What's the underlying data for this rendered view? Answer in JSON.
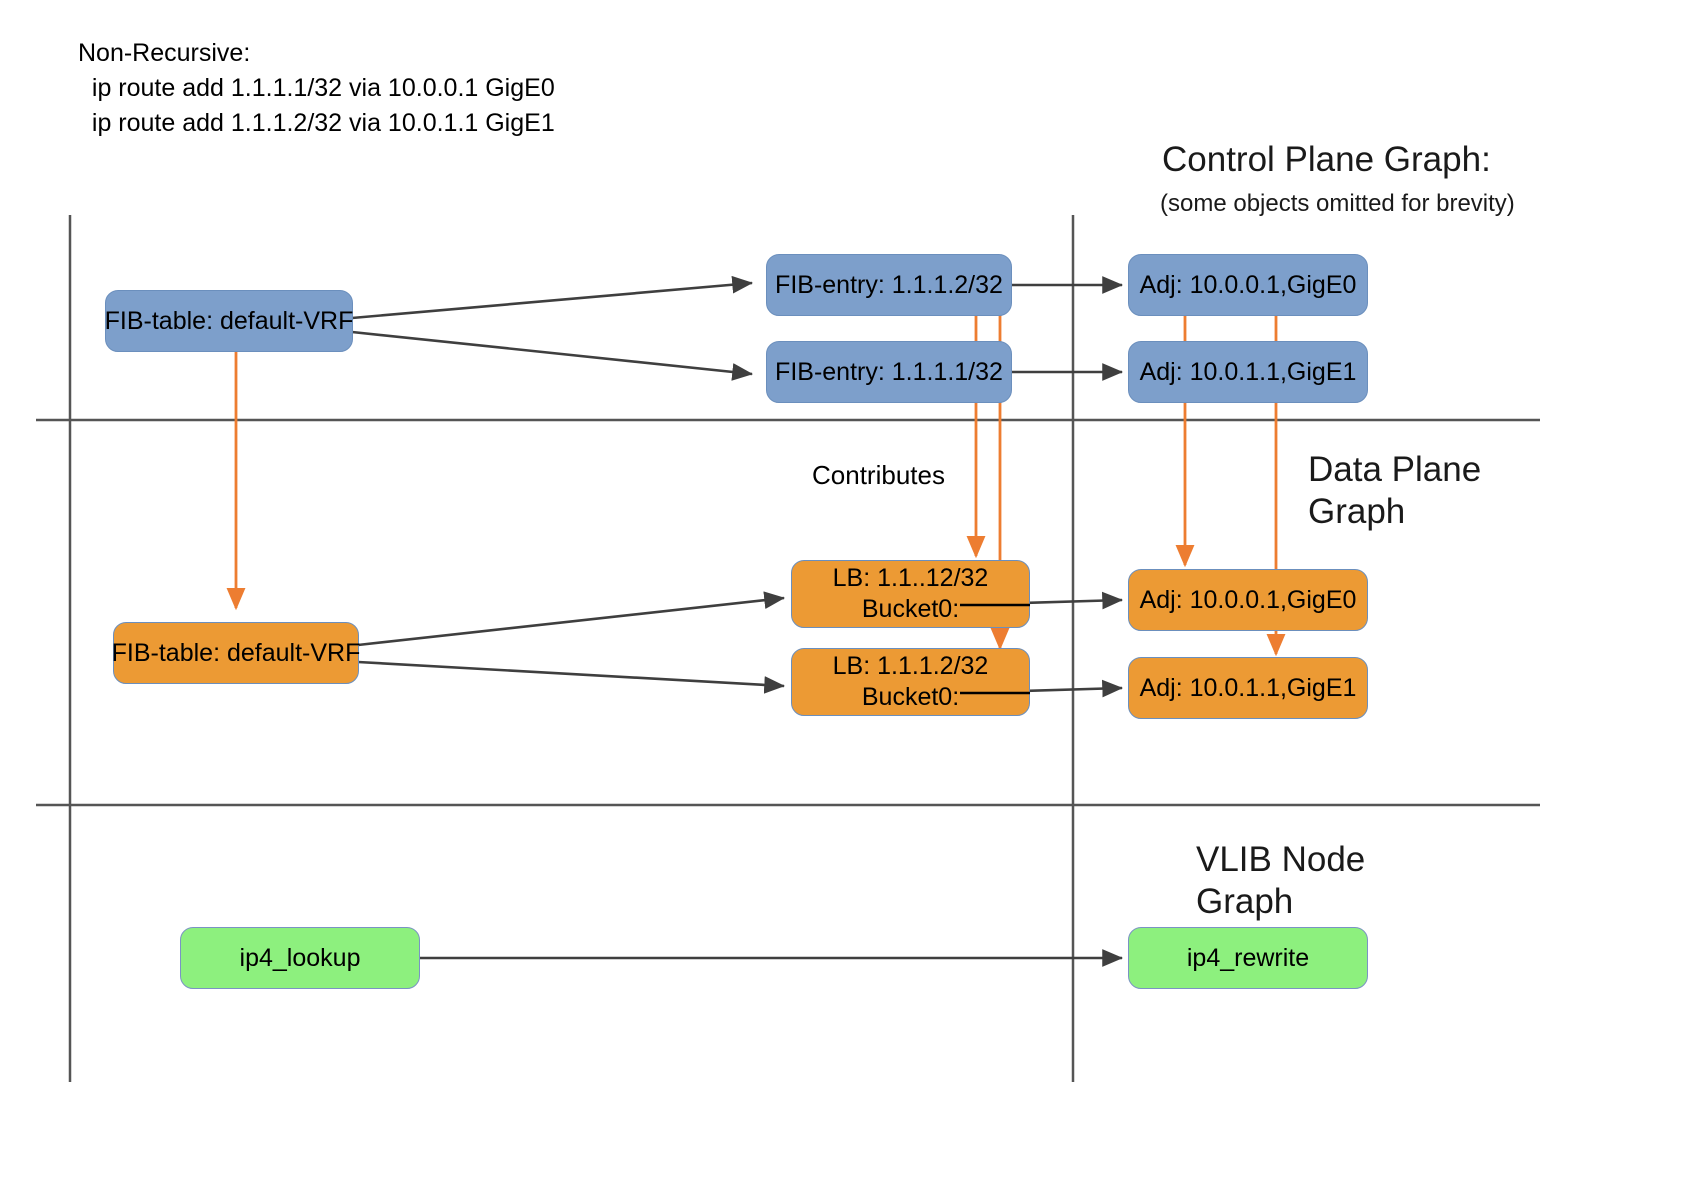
{
  "header": {
    "line1": "Non-Recursive:",
    "line2": "  ip route add 1.1.1.1/32 via 10.0.0.1 GigE0",
    "line3": "  ip route add 1.1.1.2/32 via 10.0.1.1 GigE1"
  },
  "sections": {
    "control_plane": {
      "title": "Control Plane Graph:",
      "subtitle": "(some objects omitted for brevity)"
    },
    "data_plane": {
      "title_line1": "Data Plane",
      "title_line2": "Graph"
    },
    "vlib": {
      "title_line1": "VLIB Node",
      "title_line2": "Graph"
    }
  },
  "labels": {
    "contributes": "Contributes"
  },
  "nodes": {
    "cp_fib_table": "FIB-table: default-VRF",
    "cp_fib_entry_2": "FIB-entry: 1.1.1.2/32",
    "cp_fib_entry_1": "FIB-entry: 1.1.1.1/32",
    "cp_adj_0": "Adj: 10.0.0.1,GigE0",
    "cp_adj_1": "Adj: 10.0.1.1,GigE1",
    "dp_fib_table": "FIB-table: default-VRF",
    "dp_lb_0_line1": "LB: 1.1..12/32",
    "dp_lb_0_line2": "Bucket0:",
    "dp_lb_1_line1": "LB: 1.1.1.2/32",
    "dp_lb_1_line2": "Bucket0:",
    "dp_adj_0": "Adj: 10.0.0.1,GigE0",
    "dp_adj_1": "Adj: 10.0.1.1,GigE1",
    "vlib_lookup": "ip4_lookup",
    "vlib_rewrite": "ip4_rewrite"
  },
  "colors": {
    "blue_node": "#7d9fcb",
    "orange_node": "#ec9a34",
    "green_node": "#8df07e",
    "node_border": "#6b8fbd",
    "black_arrow": "#3f3f3f",
    "orange_arrow": "#ed7d31",
    "divider": "#555555",
    "background": "#ffffff"
  }
}
